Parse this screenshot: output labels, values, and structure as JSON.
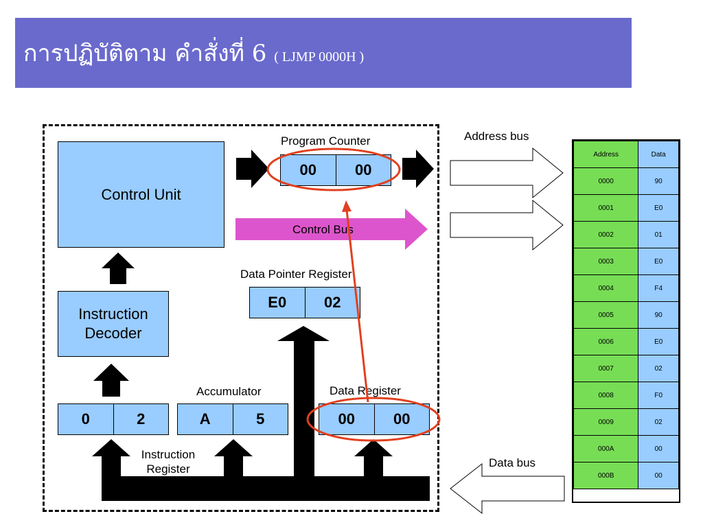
{
  "title": {
    "main": "การปฏิบัติตาม คำสั่งที่ 6",
    "sub": "( LJMP  0000H )"
  },
  "control_unit": "Control Unit",
  "instruction_decoder": "Instruction\nDecoder",
  "labels": {
    "program_counter": "Program Counter",
    "control_bus": "Control Bus",
    "data_pointer_register": "Data Pointer Register",
    "accumulator": "Accumulator",
    "data_register": "Data Register",
    "instruction_register": "Instruction\nRegister",
    "address_bus": "Address bus",
    "data_bus": "Data bus"
  },
  "registers": {
    "program_counter": [
      "00",
      "00"
    ],
    "data_pointer": [
      "E0",
      "02"
    ],
    "instruction": [
      "0",
      "2"
    ],
    "accumulator": [
      "A",
      "5"
    ],
    "data_register": [
      "00",
      "00"
    ]
  },
  "memory": {
    "headers": [
      "Address",
      "Data"
    ],
    "rows": [
      [
        "0000",
        "90"
      ],
      [
        "0001",
        "E0"
      ],
      [
        "0002",
        "01"
      ],
      [
        "0003",
        "E0"
      ],
      [
        "0004",
        "F4"
      ],
      [
        "0005",
        "90"
      ],
      [
        "0006",
        "E0"
      ],
      [
        "0007",
        "02"
      ],
      [
        "0008",
        "F0"
      ],
      [
        "0009",
        "02"
      ],
      [
        "000A",
        "00"
      ],
      [
        "000B",
        "00"
      ]
    ]
  },
  "colors": {
    "title_bg": "#6a6acd",
    "box": "#99ccff",
    "control_bus": "#dd55cc",
    "highlight": "#e04020",
    "address_cell": "#77dd55"
  }
}
